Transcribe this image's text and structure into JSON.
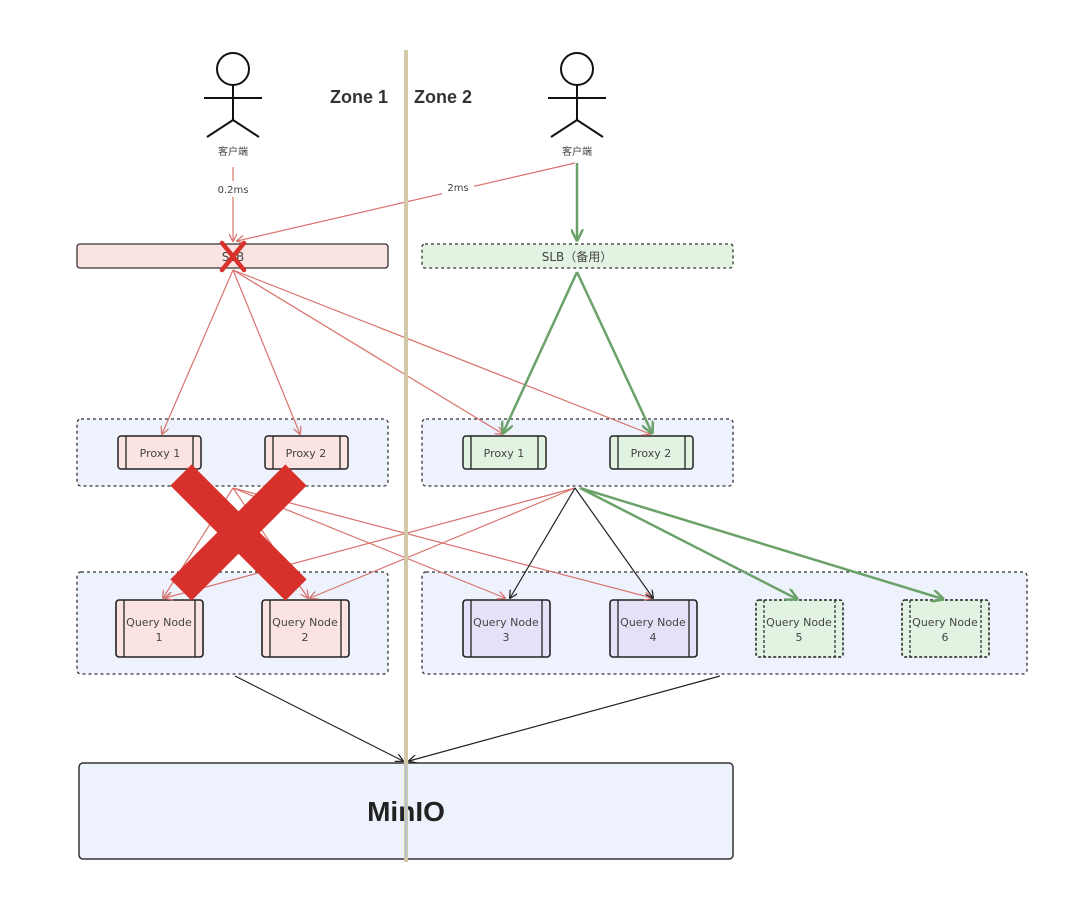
{
  "zones": {
    "left": "Zone 1",
    "right": "Zone 2"
  },
  "clients": {
    "left": "客户端",
    "right": "客户端"
  },
  "latency": {
    "local": "0.2ms",
    "remote": "2ms"
  },
  "slb": {
    "primary": "SLB",
    "backup": "SLB（备用）"
  },
  "proxies": {
    "zone1": [
      "Proxy 1",
      "Proxy 2"
    ],
    "zone2": [
      "Proxy 1",
      "Proxy 2"
    ]
  },
  "query_nodes": [
    {
      "line1": "Query Node",
      "line2": "1"
    },
    {
      "line1": "Query Node",
      "line2": "2"
    },
    {
      "line1": "Query Node",
      "line2": "3"
    },
    {
      "line1": "Query Node",
      "line2": "4"
    },
    {
      "line1": "Query Node",
      "line2": "5"
    },
    {
      "line1": "Query Node",
      "line2": "6"
    }
  ],
  "storage": {
    "label": "MinIO"
  },
  "colors": {
    "failed_fill": "#fbe3e2",
    "failed_line": "#d9736e",
    "backup_fill": "#e3f3e1",
    "backup_line": "#6aa26a",
    "purple_fill": "#e6e0f8",
    "group_fill": "#eef2fc",
    "cross": "#d8302a"
  }
}
